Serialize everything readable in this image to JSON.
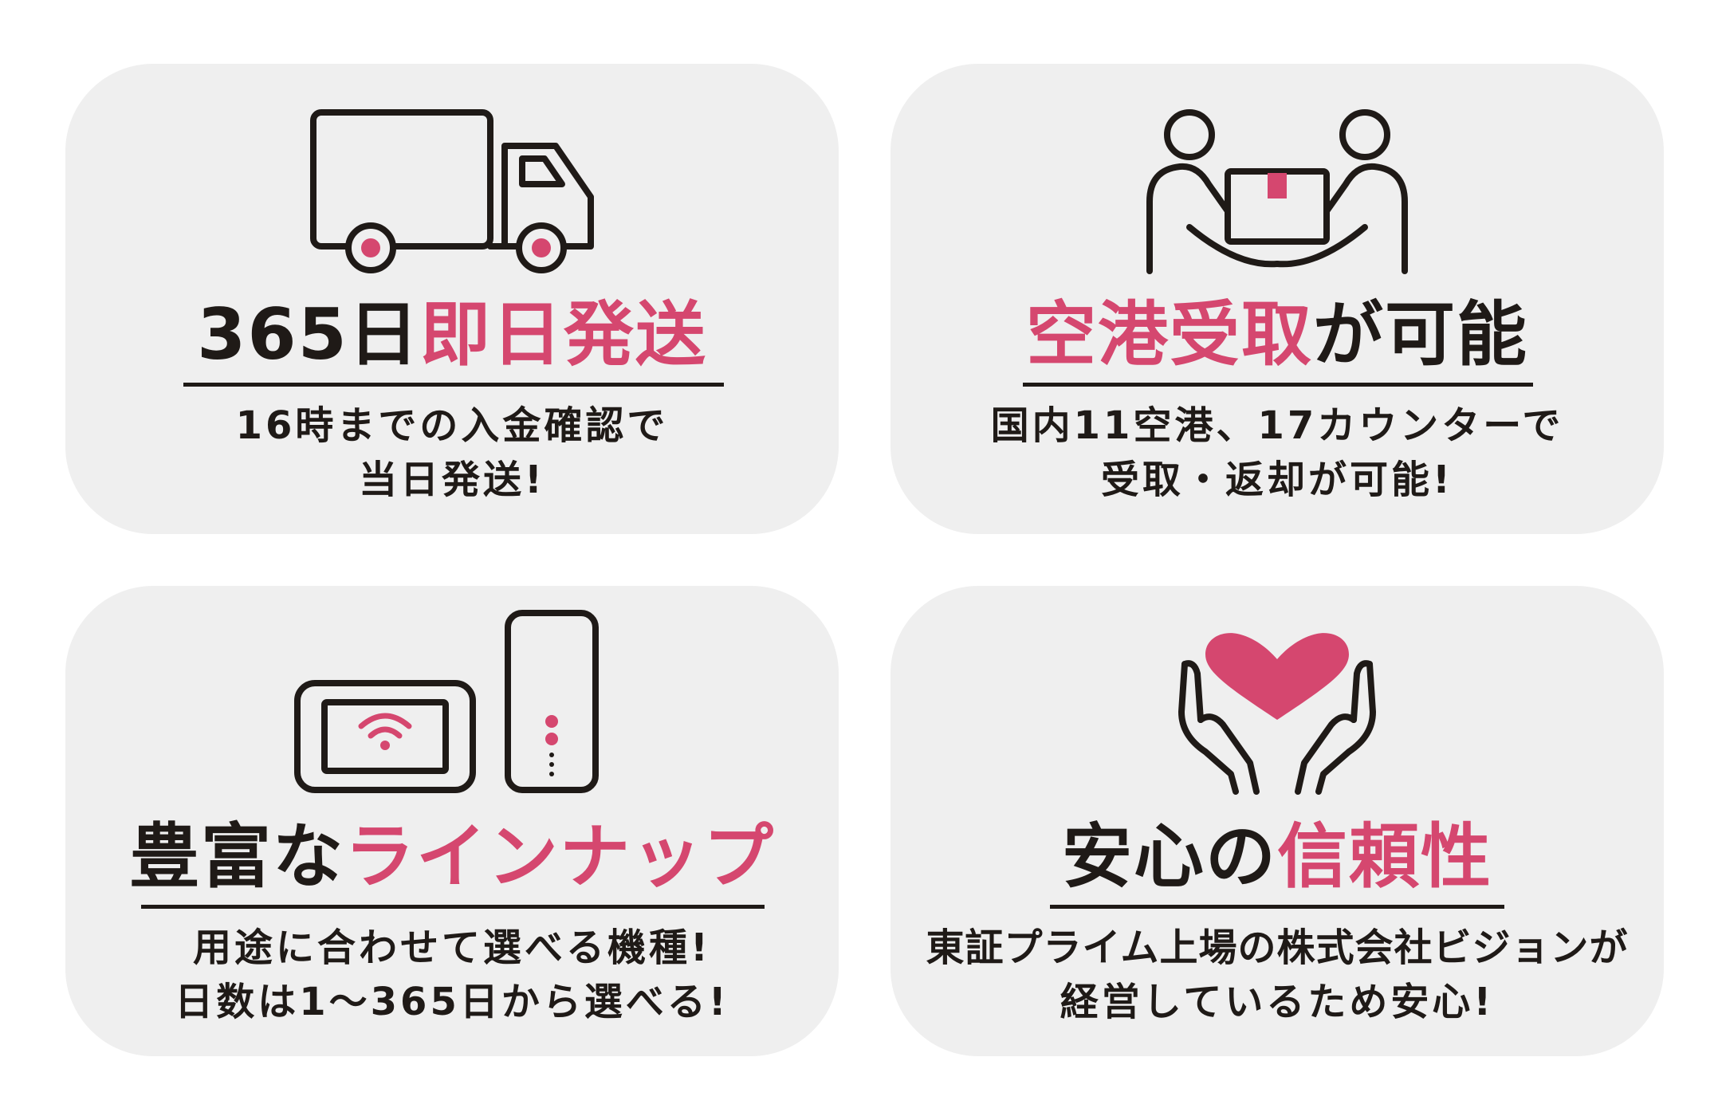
{
  "colors": {
    "accent": "#d5476f",
    "text": "#1f1a17",
    "card": "#efefef"
  },
  "cards": [
    {
      "icon": "delivery-truck-icon",
      "title_dark": "365日",
      "title_accent": "即日発送",
      "desc_line1": "16時までの入金確認で",
      "desc_line2": "当日発送!"
    },
    {
      "icon": "handover-box-icon",
      "title_accent": "空港受取",
      "title_dark": "が可能",
      "desc_line1": "国内11空港、17カウンターで",
      "desc_line2": "受取・返却が可能!"
    },
    {
      "icon": "wifi-router-icon",
      "title_dark": "豊富な",
      "title_accent": "ラインナップ",
      "desc_line1": "用途に合わせて選べる機種!",
      "desc_line2": "日数は1〜365日から選べる!"
    },
    {
      "icon": "hands-heart-icon",
      "title_dark": "安心の",
      "title_accent": "信頼性",
      "desc_line1": "東証プライム上場の株式会社ビジョンが",
      "desc_line2": "経営しているため安心!"
    }
  ]
}
